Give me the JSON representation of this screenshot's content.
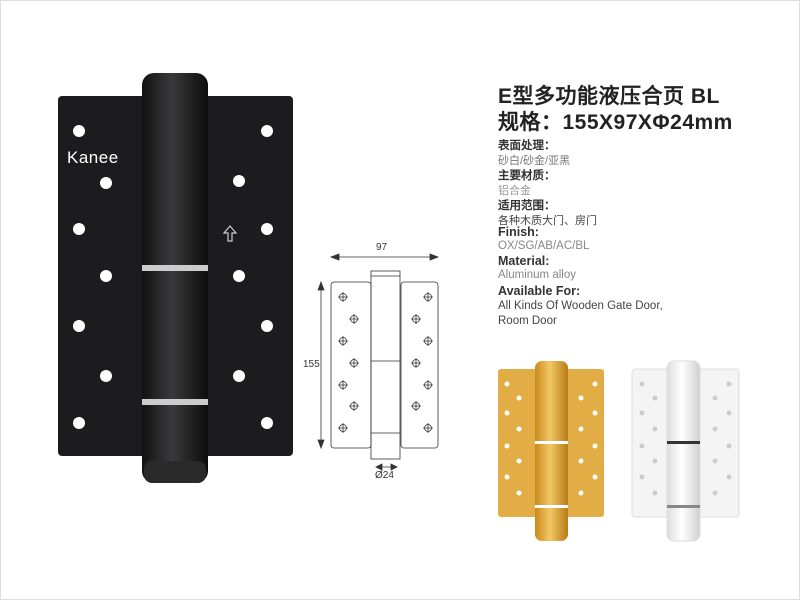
{
  "brand": {
    "logo_text": "Kanee"
  },
  "product": {
    "title": "E型多功能液压合页 BL",
    "spec": "规格：155X97XΦ24mm"
  },
  "specs_cn": [
    {
      "label": "表面处理：",
      "value": "砂白/砂金/亚黑"
    },
    {
      "label": "主要材质：",
      "value": "铝合金"
    },
    {
      "label": "适用范围：",
      "value": "各种木质大门、房门"
    }
  ],
  "specs_en": [
    {
      "label": "Finish:",
      "value": "OX/SG/AB/AC/BL"
    },
    {
      "label": "Material:",
      "value": "Aluminum alloy"
    },
    {
      "label": "Available For:",
      "value": "All Kinds Of Wooden Gate Door,",
      "value2": "Room Door"
    }
  ],
  "drawing": {
    "width_label": "97",
    "height_label": "155",
    "diameter_label": "Ø24"
  },
  "colors": {
    "black": "#1c1c1e",
    "gold": "#e0a93a",
    "white": "#f2f2f2"
  }
}
